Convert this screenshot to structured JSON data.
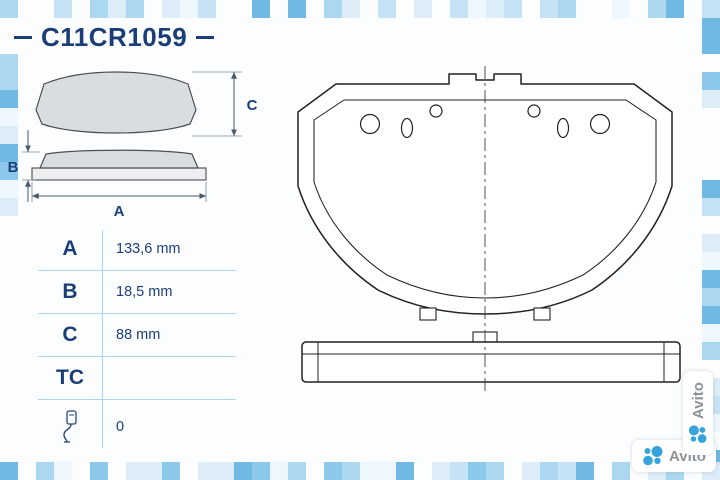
{
  "part_number": "C11CR1059",
  "watermark": {
    "brand": "Avito"
  },
  "colors": {
    "title_navy": "#1c3e78",
    "table_line_blue": "#aed5ec",
    "drawing_line": "#222222",
    "pad_fill": "#d9dde0",
    "avito_blue": "#35a4dc",
    "avito_text_gray": "#8d9399",
    "mosaic_1": "#eef7fd",
    "mosaic_2": "#dcedf8",
    "mosaic_3": "#c6e3f5",
    "mosaic_4": "#abd7f0",
    "mosaic_5": "#8cc8ea",
    "mosaic_6": "#6fb9e3"
  },
  "diagram": {
    "a_label": "A",
    "b_label": "B",
    "c_label": "C"
  },
  "spec_table": {
    "rows": [
      {
        "label": "A",
        "value": "133,6 mm"
      },
      {
        "label": "B",
        "value": "18,5 mm"
      },
      {
        "label": "C",
        "value": "88 mm"
      },
      {
        "label": "TC",
        "value": ""
      },
      {
        "label": "",
        "value": "0",
        "icon": "wear-sensor-icon"
      }
    ]
  }
}
